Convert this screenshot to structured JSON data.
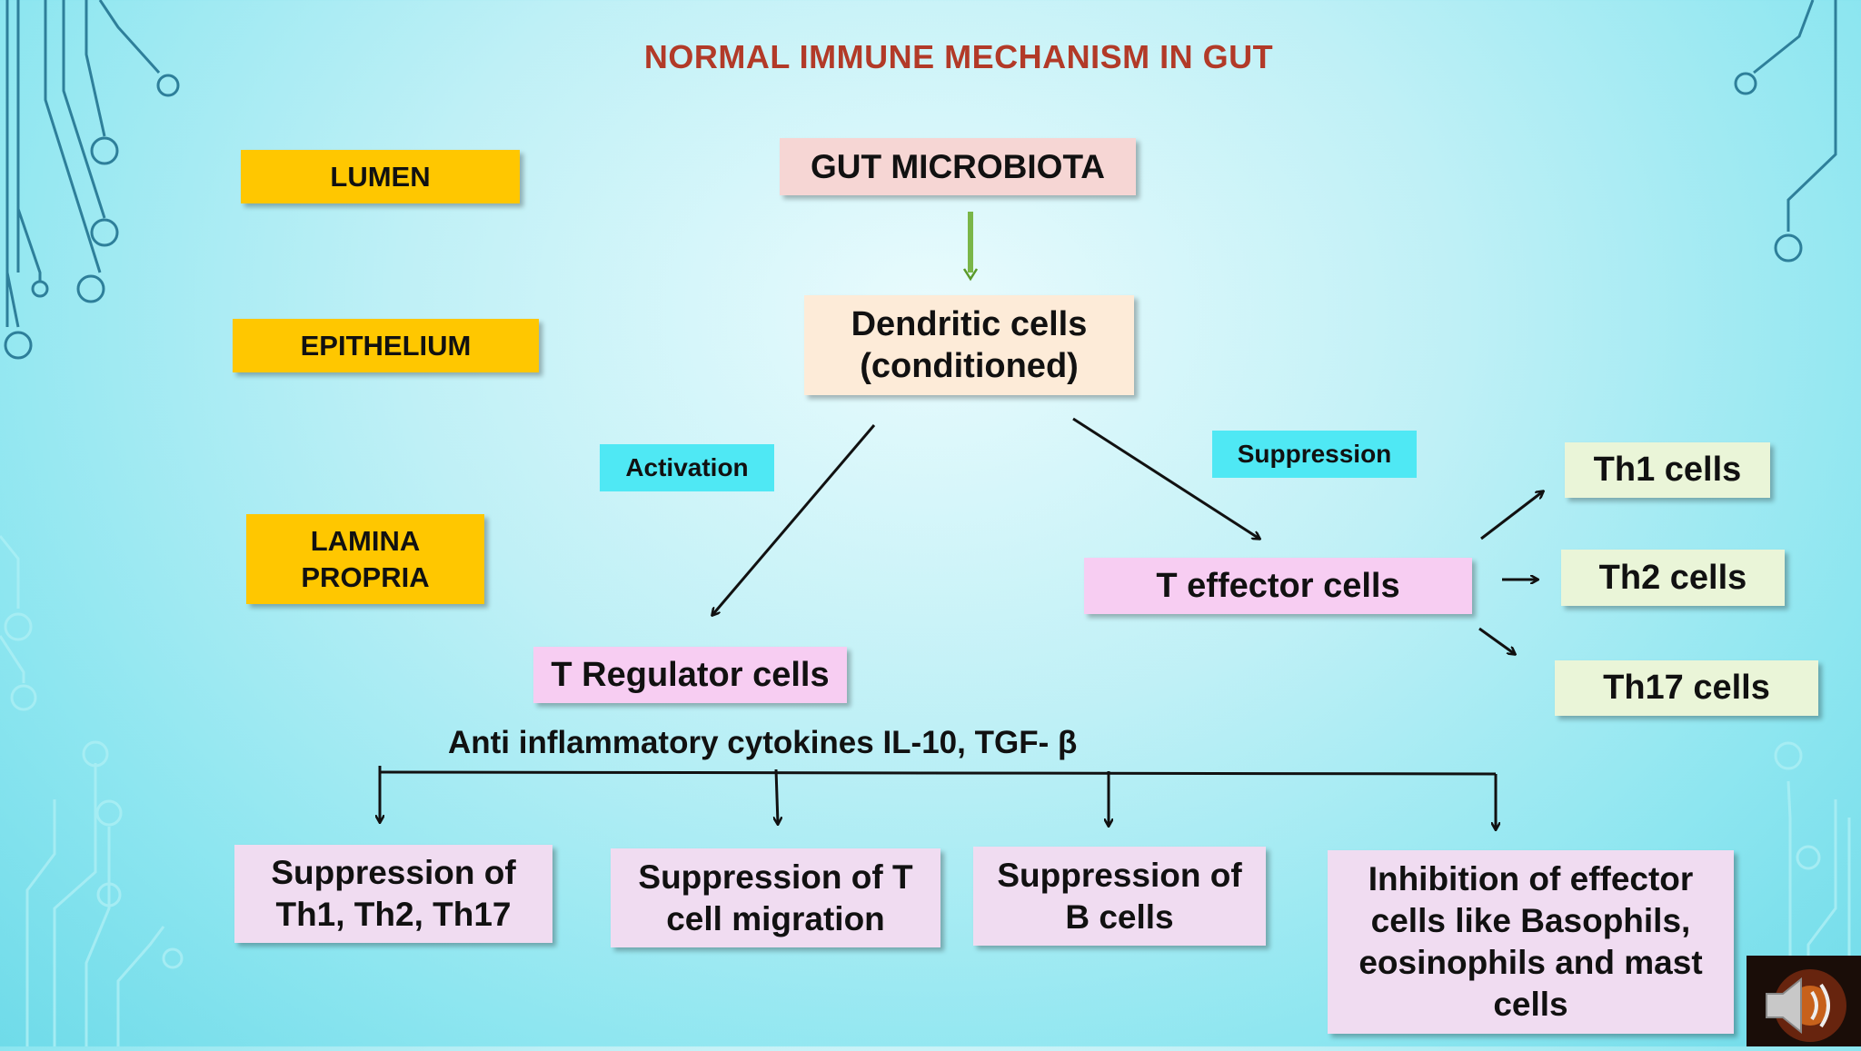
{
  "title": "NORMAL IMMUNE MECHANISM IN GUT",
  "layers": {
    "lumen": "LUMEN",
    "epithelium": "EPITHELIUM",
    "lamina_propria_line1": "LAMINA",
    "lamina_propria_line2": "PROPRIA"
  },
  "nodes": {
    "gut_microbiota": "GUT MICROBIOTA",
    "dendritic_line1": "Dendritic cells",
    "dendritic_line2": "(conditioned)",
    "t_regulator": "T Regulator cells",
    "t_effector": "T effector cells",
    "th1": "Th1 cells",
    "th2": "Th2 cells",
    "th17": "Th17 cells"
  },
  "edge_labels": {
    "activation": "Activation",
    "suppression": "Suppression"
  },
  "cytokines": "Anti inflammatory cytokines IL-10, TGF- β",
  "outcomes": {
    "o1_line1": "Suppression of",
    "o1_line2": "Th1, Th2, Th17",
    "o2_line1": "Suppression of T",
    "o2_line2": "cell migration",
    "o3_line1": "Suppression of",
    "o3_line2": "B cells",
    "o4_line1": "Inhibition of effector",
    "o4_line2": "cells like Basophils,",
    "o4_line3": "eosinophils  and mast",
    "o4_line4": "cells"
  },
  "colors": {
    "title": "#b23a28",
    "layer_box": "#ffc700",
    "tag": "#4fe8f4",
    "pink": "#f7cdf2",
    "green": "#eaf5d8",
    "lilac": "#f0dcf1",
    "microbiota": "#f6d6d4",
    "dendritic": "#fdebd8"
  },
  "icons": [
    "circuit-decoration",
    "speaker-icon"
  ]
}
